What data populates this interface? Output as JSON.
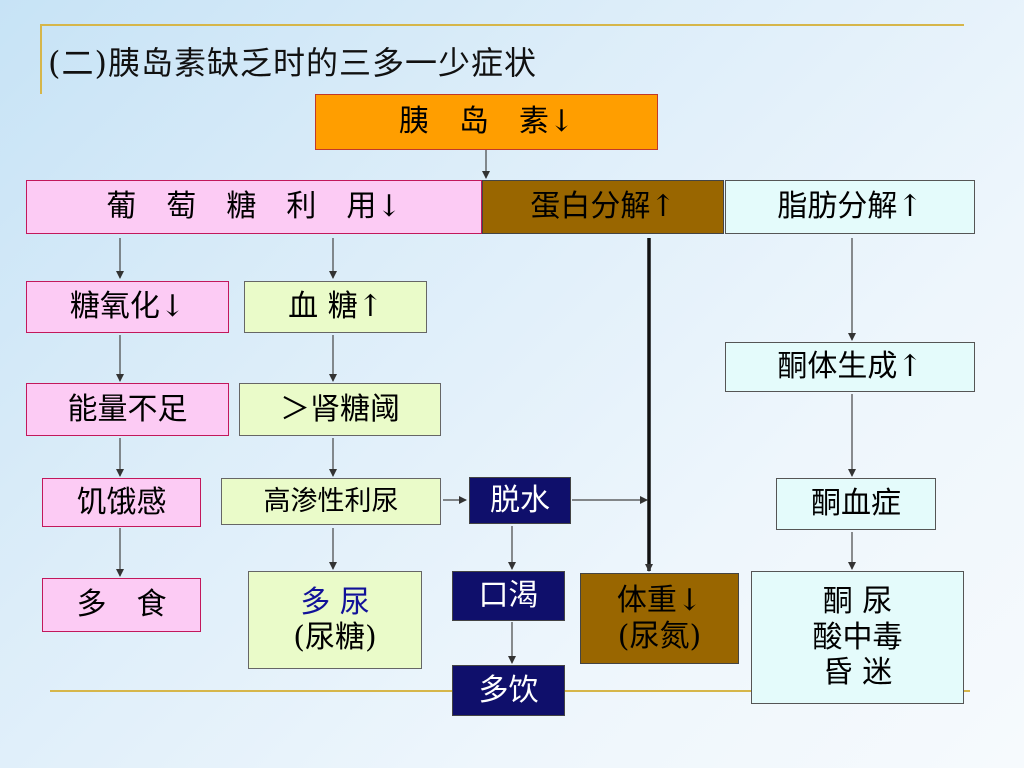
{
  "title": "(二)胰岛素缺乏时的三多一少症状",
  "nodes": {
    "insulin": "胰　岛　素↓",
    "glucose_use": "葡　萄　糖　利　用↓",
    "protein": "蛋白分解↑",
    "fat": "脂肪分解↑",
    "glyco_ox": "糖氧化↓",
    "blood_sugar": "血 糖↑",
    "ketone_gen": "酮体生成↑",
    "energy": "能量不足",
    "renal_threshold": "＞肾糖阈",
    "hunger": "饥饿感",
    "osmotic": "高渗性利尿",
    "dehydration": "脱水",
    "ketonemia": "酮血症",
    "eat_more": "多　食",
    "polyuria_line1": "多 尿",
    "polyuria_line2": "(尿糖)",
    "thirst": "口渴",
    "weight_line1": "体重↓",
    "weight_line2": "(尿氮)",
    "keto_line1": "酮 尿",
    "keto_line2": "酸中毒",
    "keto_line3": "昏 迷",
    "drink_more": "多饮"
  },
  "colors": {
    "pink": "#fccbf4",
    "green": "#eafbc9",
    "lightcyan": "#e4fbfb",
    "orange": "#ff9e00",
    "brown": "#996600",
    "navy": "#0f0f6b",
    "decor_line": "#d6b64a"
  }
}
